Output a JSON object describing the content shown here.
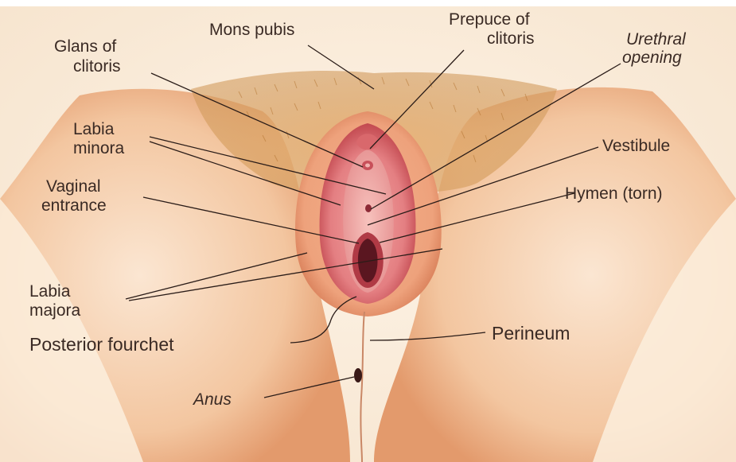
{
  "diagram": {
    "labels": {
      "mons_pubis": "Mons pubis",
      "glans_line1": "Glans of",
      "glans_line2": "clitoris",
      "prepuce_line1": "Prepuce of",
      "prepuce_line2": "clitoris",
      "urethral_line1": "Urethral",
      "urethral_line2": "opening",
      "labia_minora_line1": "Labia",
      "labia_minora_line2": "minora",
      "vestibule": "Vestibule",
      "vaginal_line1": "Vaginal",
      "vaginal_line2": "entrance",
      "hymen": "Hymen (torn)",
      "labia_majora_line1": "Labia",
      "labia_majora_line2": "majora",
      "posterior_fourchet": "Posterior fourchet",
      "perineum": "Perineum",
      "anus": "Anus"
    },
    "colors": {
      "background": "#fbeedd",
      "skin_light": "#f8dcc0",
      "skin_mid": "#efb78f",
      "skin_shadow": "#d98c62",
      "hair": "#c98a3e",
      "inner_pink": "#e47f82",
      "inner_deep": "#c2484f",
      "opening_dark": "#5a1620",
      "text": "#3a2a24"
    }
  }
}
